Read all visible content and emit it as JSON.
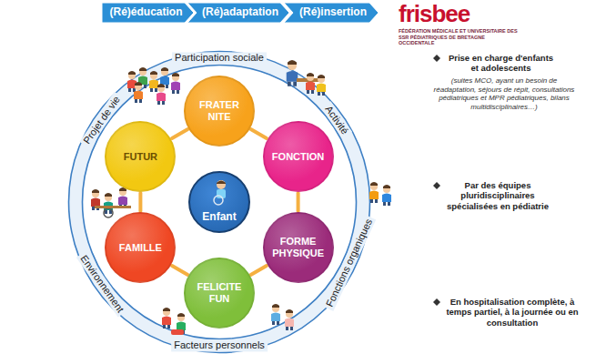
{
  "diagram": {
    "nodes": [
      {
        "text": [
          "(Ré)éducation"
        ]
      },
      {
        "text": [
          "(Ré)adaptation"
        ]
      },
      {
        "text": [
          "(Ré)insertion"
        ]
      },
      {
        "text": [
          "FRATER NITE"
        ]
      },
      {
        "text": [
          "FUTUR"
        ]
      },
      {
        "text": [
          "FONCTION"
        ]
      },
      {
        "text": [
          "Enfant"
        ]
      },
      {
        "text": [
          "FAMILLE"
        ]
      },
      {
        "text": [
          "FORME PHYSIQUE"
        ]
      },
      {
        "text": [
          "FELICITE FUN"
        ]
      }
    ],
    "edges": [
      {
        "from": 3,
        "to": 5,
        "arrow": "none"
      },
      {
        "from": 5,
        "to": 8,
        "arrow": "none"
      },
      {
        "from": 8,
        "to": 9,
        "arrow": "none"
      },
      {
        "from": 9,
        "to": 7,
        "arrow": "none"
      },
      {
        "from": 7,
        "to": 4,
        "arrow": "none"
      },
      {
        "from": 4,
        "to": 3,
        "arrow": "none"
      }
    ],
    "labels": [
      "Participation sociale",
      "Activité",
      "Fonctions organiques",
      "Facteurs personnels",
      "Environnement",
      "Projet de vie",
      "frisbee",
      "FÉDÉRATION MÉDICALE ET UNIVERSITAIRE DES SSR PÉDIATRIQUES DE BRETAGNE OCCIDENTALE",
      "Prise en charge d'enfants et adolescents",
      "(suites MCO, ayant un besoin de réadaptation, séjours de répit, consultations pédiatriques et MPR pédiatriques, bilans multidisciplinaires…)",
      "Par des équipes pluridisciplinaires spécialisées en pédiatrie",
      "En hospitalisation complète, à temps partiel, à la journée ou en consultation"
    ]
  }
}
